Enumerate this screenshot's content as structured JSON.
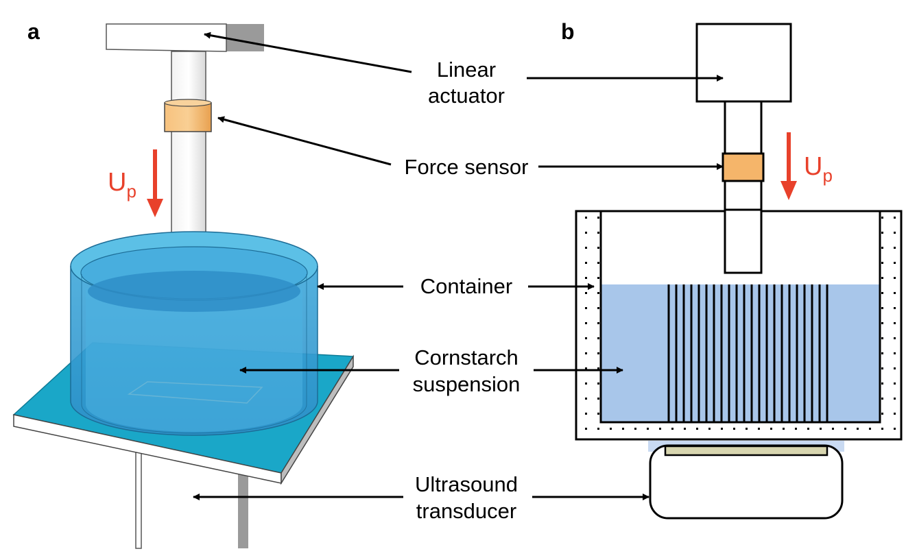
{
  "panels": {
    "a": {
      "letter": "a"
    },
    "b": {
      "letter": "b"
    }
  },
  "labels": {
    "linear_actuator": [
      "Linear",
      "actuator"
    ],
    "force_sensor": "Force sensor",
    "container": "Container",
    "cornstarch_suspension": [
      "Cornstarch",
      "suspension"
    ],
    "ultrasound_transducer": [
      "Ultrasound",
      "transducer"
    ]
  },
  "velocity_label": {
    "main": "U",
    "sub": "p"
  },
  "colors": {
    "arrow_red": "#e8412b",
    "force_sensor_orange": "#f5b56a",
    "suspension_blue": "#a8c6ea",
    "water_3d_blue": "#2f9fd4",
    "plate_cyan": "#1aa7c8",
    "transducer_face": "#d8d6b0"
  }
}
